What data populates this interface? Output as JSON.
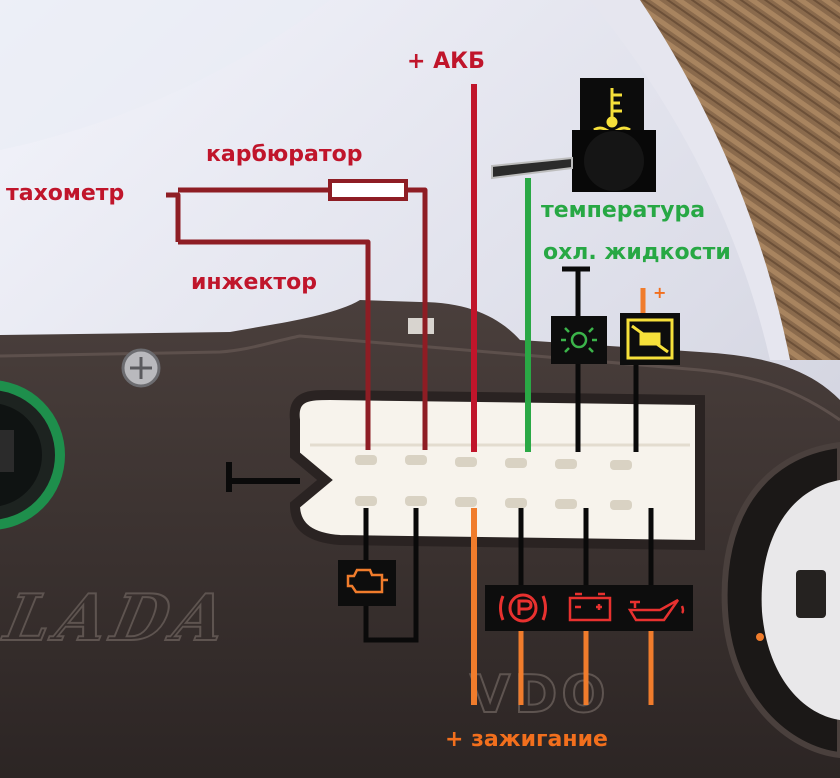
{
  "labels": {
    "tachometer": "тахометр",
    "carburetor": "карбюратор",
    "injector": "инжектор",
    "battery_plus": "+ АКБ",
    "coolant_temp_line1": "температура",
    "coolant_temp_line2": "охл. жидкости",
    "ignition_plus": "+ зажигание",
    "small_plus": "+"
  },
  "logo": {
    "brand": "LADA",
    "maker": "VDO"
  },
  "icons": {
    "coolant": "coolant-temperature-icon",
    "parking_light": "parking-light-icon",
    "choke": "choke-icon",
    "check_engine": "check-engine-icon",
    "parking_brake": "parking-brake-icon",
    "battery": "battery-charge-icon",
    "oil": "oil-pressure-icon"
  },
  "colors": {
    "wire_red": "#b5142b",
    "wire_dark_red": "#8e1d24",
    "wire_green": "#2aa845",
    "wire_orange": "#f07c2c",
    "wire_black": "#0a0a0a",
    "text_red": "#c0152b",
    "text_green": "#27a844",
    "text_orange": "#f26f1d",
    "icon_red": "#e8312f",
    "icon_yellow": "#f6e03a",
    "icon_green": "#3bb44a"
  }
}
